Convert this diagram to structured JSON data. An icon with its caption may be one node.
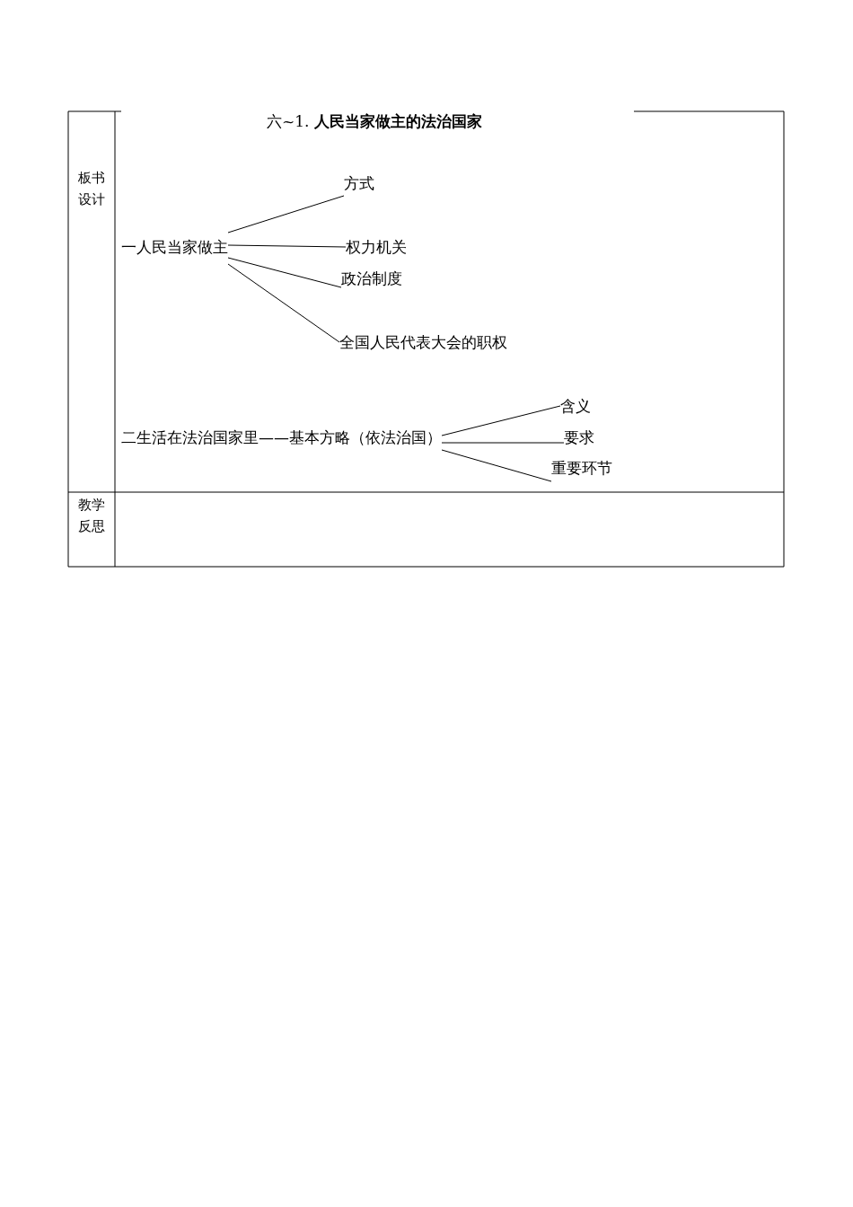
{
  "diagram": {
    "title": "六~1. **人民当家做主的法治国家**",
    "nodes": [
      {
        "text": [
          "一人民当家做主"
        ]
      },
      {
        "text": [
          "方式"
        ]
      },
      {
        "text": [
          "权力机关"
        ]
      },
      {
        "text": [
          "政治制度"
        ]
      },
      {
        "text": [
          "全国人民代表大会的职权"
        ]
      },
      {
        "text": [
          "二生活在法治国家里——基本方略（依法治国）"
        ]
      },
      {
        "text": [
          "含义"
        ]
      },
      {
        "text": [
          "要求"
        ]
      },
      {
        "text": [
          "重要环节"
        ]
      }
    ],
    "edges": [
      {
        "from": 0,
        "to": 1,
        "arrow": "none"
      },
      {
        "from": 0,
        "to": 2,
        "arrow": "none"
      },
      {
        "from": 0,
        "to": 3,
        "arrow": "none"
      },
      {
        "from": 0,
        "to": 4,
        "arrow": "none"
      },
      {
        "from": 5,
        "to": 6,
        "arrow": "none"
      },
      {
        "from": 5,
        "to": 7,
        "arrow": "none"
      },
      {
        "from": 5,
        "to": 8,
        "arrow": "none"
      }
    ],
    "labels": [
      "板书设计",
      "教学反思"
    ]
  }
}
